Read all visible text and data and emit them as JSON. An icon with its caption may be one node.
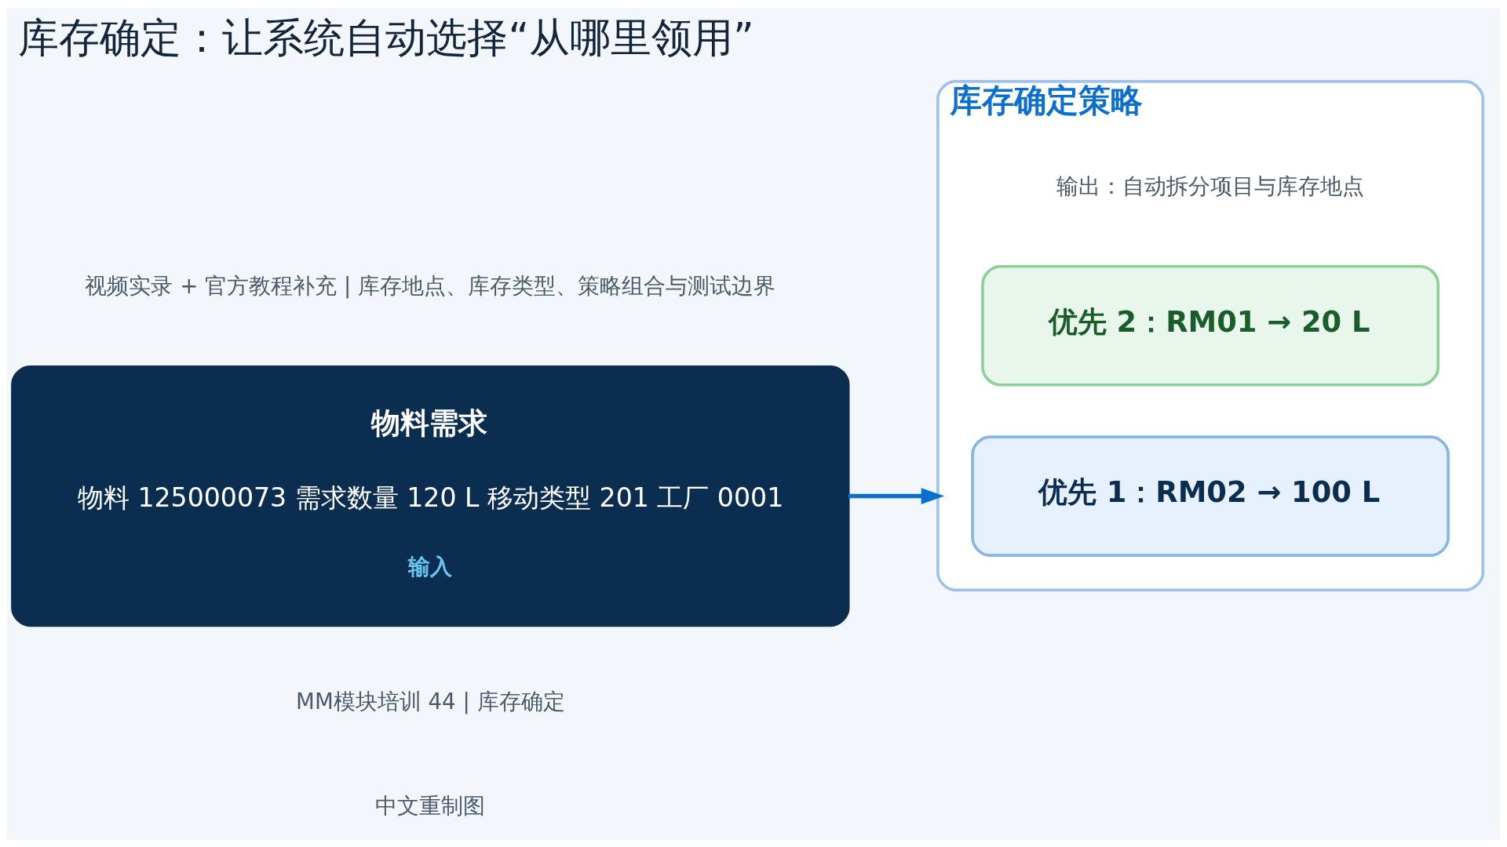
{
  "diagram": {
    "title": "库存确定：让系统自动选择“从哪里领用”",
    "nodes": [
      {
        "text": [
          "物料需求",
          "物料 125000073 需求数量 120 L 移动类型 201 工厂 0001",
          "输入"
        ]
      },
      {
        "text": [
          "库存确定策略"
        ]
      },
      {
        "text": [
          "优先 1：RM02 → 100 L"
        ],
        "in": 1
      },
      {
        "text": [
          "优先 2：RM01 → 20 L"
        ],
        "in": 1
      }
    ],
    "edges": [
      {
        "from": 0,
        "to": 1,
        "arrow": "to"
      }
    ],
    "labels": [
      "视频实录 + 官方教程补充 | 库存地点、库存类型、策略组合与测试边界",
      "输出：自动拆分项目与库存地点",
      "MM模块培训 44 | 库存确定",
      "中文重制图"
    ]
  }
}
